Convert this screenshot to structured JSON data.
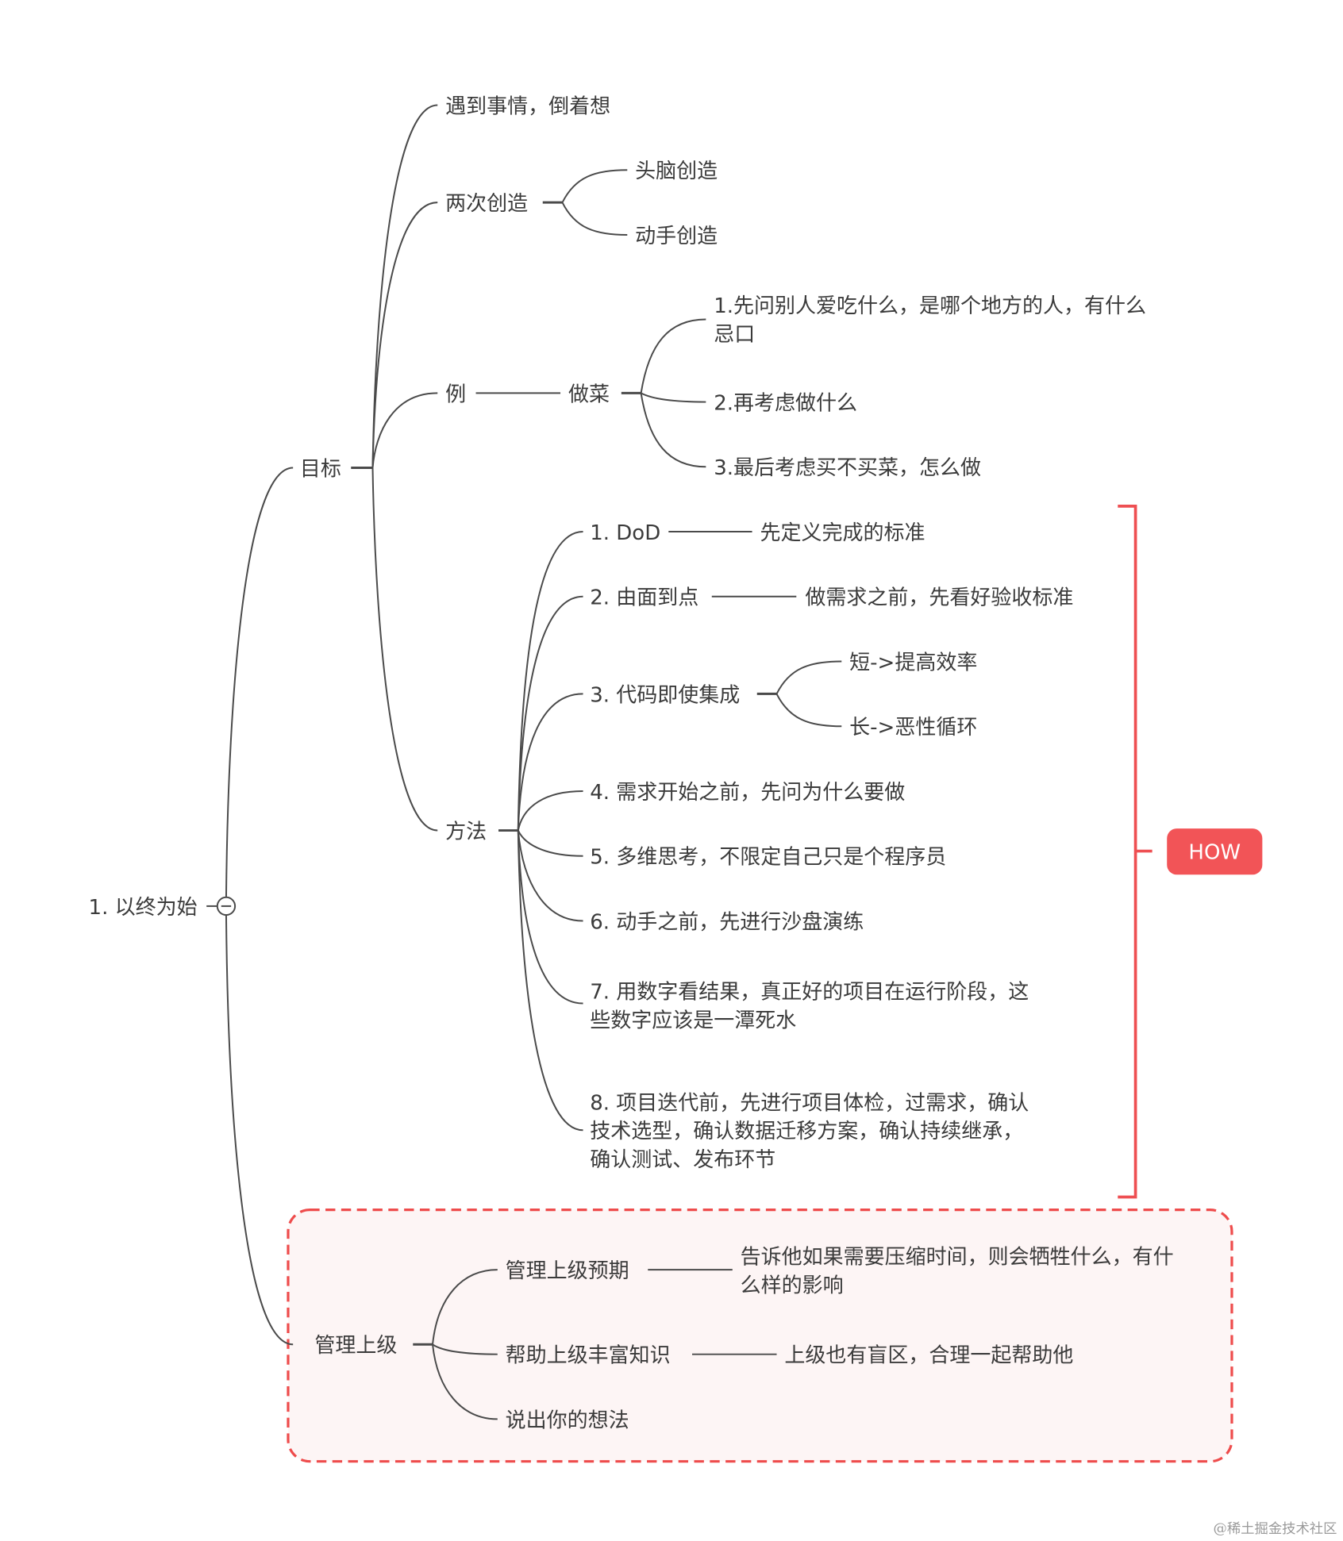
{
  "root": {
    "label": "1. 以终为始"
  },
  "goal": {
    "label": "目标",
    "children": {
      "reverse": "遇到事情，倒着想",
      "two_creations": {
        "label": "两次创造",
        "children": [
          "头脑创造",
          "动手创造"
        ]
      },
      "example": {
        "label": "例",
        "cook": "做菜",
        "steps": [
          [
            "1.先问别人爱吃什么，是哪个地方的人，有什么",
            "忌口"
          ],
          "2.再考虑做什么",
          "3.最后考虑买不买菜，怎么做"
        ]
      },
      "method": {
        "label": "方法",
        "items": [
          {
            "label": "1. DoD",
            "detail": "先定义完成的标准"
          },
          {
            "label": "2. 由面到点",
            "detail": "做需求之前，先看好验收标准"
          },
          {
            "label": "3. 代码即使集成",
            "children": [
              "短->提高效率",
              "长->恶性循环"
            ]
          },
          {
            "label": "4. 需求开始之前，先问为什么要做"
          },
          {
            "label": "5. 多维思考，不限定自己只是个程序员"
          },
          {
            "label": "6. 动手之前，先进行沙盘演练"
          },
          {
            "lines": [
              "7. 用数字看结果，真正好的项目在运行阶段，这",
              "些数字应该是一潭死水"
            ]
          },
          {
            "lines": [
              "8. 项目迭代前，先进行项目体检，过需求，确认",
              "技术选型，确认数据迁移方案，确认持续继承，",
              "确认测试、发布环节"
            ]
          }
        ]
      }
    }
  },
  "manage": {
    "label": "管理上级",
    "items": [
      {
        "label": "管理上级预期",
        "detail": [
          "告诉他如果需要压缩时间，则会牺牲什么，有什",
          "么样的影响"
        ]
      },
      {
        "label": "帮助上级丰富知识",
        "detail": "上级也有盲区，合理一起帮助他"
      },
      {
        "label": "说出你的想法"
      }
    ]
  },
  "how_label": "HOW",
  "watermark": "@稀土掘金技术社区",
  "colors": {
    "accent": "#f25457",
    "box_fill": "#fdf5f5",
    "line": "#4a4a4a",
    "text": "#3b3b3b"
  }
}
